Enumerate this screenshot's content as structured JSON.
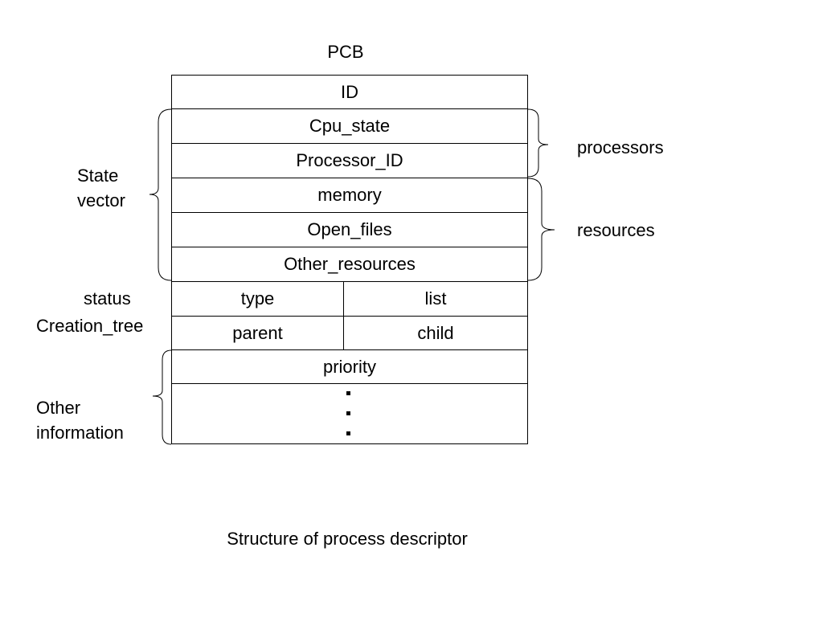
{
  "diagram": {
    "title": "PCB",
    "caption": "Structure of process descriptor",
    "rows": {
      "id": "ID",
      "cpu_state": "Cpu_state",
      "processor_id": "Processor_ID",
      "memory": "memory",
      "open_files": "Open_files",
      "other_resources": "Other_resources",
      "type": "type",
      "list": "list",
      "parent": "parent",
      "child": "child",
      "priority": "priority"
    },
    "left_labels": {
      "state_vector_line1": "State",
      "state_vector_line2": "vector",
      "status": "status",
      "creation_tree": "Creation_tree",
      "other_info_line1": "Other",
      "other_info_line2": "information"
    },
    "right_labels": {
      "processors": "processors",
      "resources": "resources"
    }
  }
}
